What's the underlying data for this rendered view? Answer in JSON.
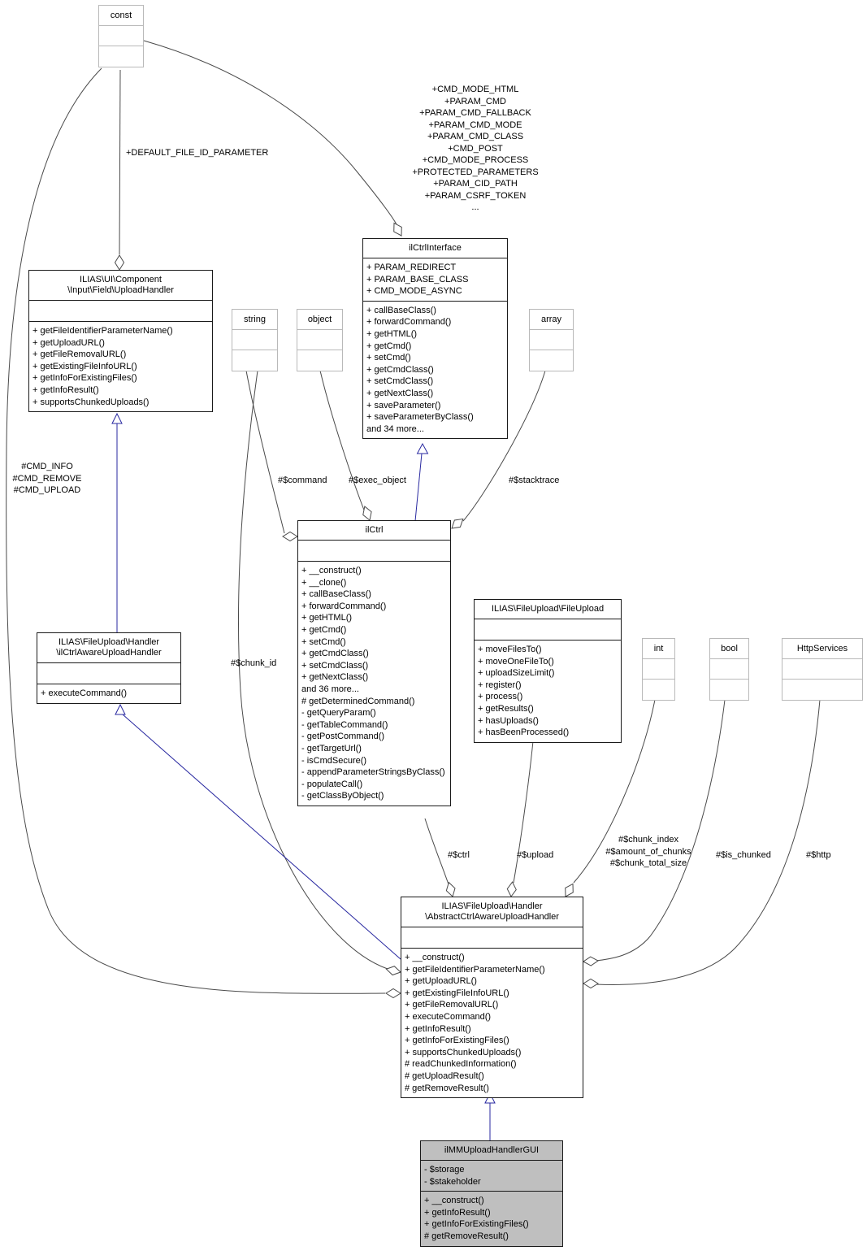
{
  "diagram": {
    "classes": {
      "const_type": {
        "title_lines": [
          "const"
        ]
      },
      "string_type": {
        "title_lines": [
          "string"
        ]
      },
      "object_type": {
        "title_lines": [
          "object"
        ]
      },
      "array_type": {
        "title_lines": [
          "array"
        ]
      },
      "int_type": {
        "title_lines": [
          "int"
        ]
      },
      "bool_type": {
        "title_lines": [
          "bool"
        ]
      },
      "http_services": {
        "title_lines": [
          "HttpServices"
        ]
      },
      "upload_handler": {
        "title_lines": [
          "ILIAS\\UI\\Component",
          "\\Input\\Field\\UploadHandler"
        ],
        "attributes": [],
        "methods": [
          "+ getFileIdentifierParameterName()",
          "+ getUploadURL()",
          "+ getFileRemovalURL()",
          "+ getExistingFileInfoURL()",
          "+ getInfoForExistingFiles()",
          "+ getInfoResult()",
          "+ supportsChunkedUploads()"
        ]
      },
      "il_ctrl_interface": {
        "title_lines": [
          "ilCtrlInterface"
        ],
        "attributes": [
          "+ PARAM_REDIRECT",
          "+ PARAM_BASE_CLASS",
          "+ CMD_MODE_ASYNC"
        ],
        "methods": [
          "+ callBaseClass()",
          "+ forwardCommand()",
          "+ getHTML()",
          "+ getCmd()",
          "+ setCmd()",
          "+ getCmdClass()",
          "+ setCmdClass()",
          "+ getNextClass()",
          "+ saveParameter()",
          "+ saveParameterByClass()",
          "and 34 more..."
        ]
      },
      "il_ctrl": {
        "title_lines": [
          "ilCtrl"
        ],
        "attributes": [],
        "methods": [
          "+ __construct()",
          "+ __clone()",
          "+ callBaseClass()",
          "+ forwardCommand()",
          "+ getHTML()",
          "+ getCmd()",
          "+ setCmd()",
          "+ getCmdClass()",
          "+ setCmdClass()",
          "+ getNextClass()",
          "and 36 more...",
          "# getDeterminedCommand()",
          "- getQueryParam()",
          "- getTableCommand()",
          "- getPostCommand()",
          "- getTargetUrl()",
          "- isCmdSecure()",
          "- appendParameterStringsByClass()",
          "- populateCall()",
          "- getClassByObject()"
        ]
      },
      "file_upload": {
        "title_lines": [
          "ILIAS\\FileUpload\\FileUpload"
        ],
        "attributes": [],
        "methods": [
          "+ moveFilesTo()",
          "+ moveOneFileTo()",
          "+ uploadSizeLimit()",
          "+ register()",
          "+ process()",
          "+ getResults()",
          "+ hasUploads()",
          "+ hasBeenProcessed()"
        ]
      },
      "il_ctrl_aware_upload_handler": {
        "title_lines": [
          "ILIAS\\FileUpload\\Handler",
          "\\ilCtrlAwareUploadHandler"
        ],
        "attributes": [],
        "methods": [
          "+ executeCommand()"
        ]
      },
      "abstract_ctrl_aware_upload_handler": {
        "title_lines": [
          "ILIAS\\FileUpload\\Handler",
          "\\AbstractCtrlAwareUploadHandler"
        ],
        "attributes": [],
        "methods": [
          "+ __construct()",
          "+ getFileIdentifierParameterName()",
          "+ getUploadURL()",
          "+ getExistingFileInfoURL()",
          "+ getFileRemovalURL()",
          "+ executeCommand()",
          "+ getInfoResult()",
          "+ getInfoForExistingFiles()",
          "+ supportsChunkedUploads()",
          "# readChunkedInformation()",
          "# getUploadResult()",
          "# getRemoveResult()"
        ]
      },
      "il_mm_upload_handler_gui": {
        "title_lines": [
          "ilMMUploadHandlerGUI"
        ],
        "attributes": [
          "- $storage",
          "- $stakeholder"
        ],
        "methods": [
          "+ __construct()",
          "+ getInfoResult()",
          "+ getInfoForExistingFiles()",
          "# getRemoveResult()"
        ]
      }
    },
    "edge_labels": {
      "default_file_id_parameter": "+DEFAULT_FILE_ID_PARAMETER",
      "interface_consts": [
        "+CMD_MODE_HTML",
        "+PARAM_CMD",
        "+PARAM_CMD_FALLBACK",
        "+PARAM_CMD_MODE",
        "+PARAM_CMD_CLASS",
        "+CMD_POST",
        "+CMD_MODE_PROCESS",
        "+PROTECTED_PARAMETERS",
        "+PARAM_CID_PATH",
        "+PARAM_CSRF_TOKEN",
        "..."
      ],
      "cmd_consts": [
        "#CMD_INFO",
        "#CMD_REMOVE",
        "#CMD_UPLOAD"
      ],
      "command": "#$command",
      "exec_object": "#$exec_object",
      "stacktrace": "#$stacktrace",
      "chunk_id": "#$chunk_id",
      "ctrl": "#$ctrl",
      "upload": "#$upload",
      "chunk_group": [
        "#$chunk_index",
        "#$amount_of_chunks",
        "#$chunk_total_size"
      ],
      "is_chunked": "#$is_chunked",
      "http": "#$http"
    },
    "colors": {
      "edge": "#4a4a4a",
      "gen": "#2828a0",
      "highlight": "#bfbfbf",
      "type-border": "#b9b9b9",
      "class-border": "#1a1a1a"
    }
  }
}
